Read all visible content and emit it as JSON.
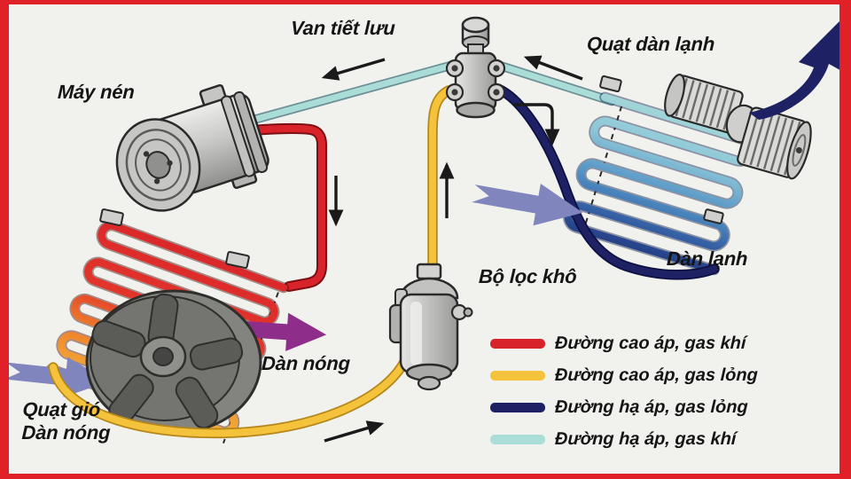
{
  "diagram": {
    "labels": {
      "expansion_valve": "Van tiết lưu",
      "evaporator_fan": "Quạt dàn lạnh",
      "compressor": "Máy nén",
      "evaporator": "Dàn lạnh",
      "receiver_drier": "Bộ lọc khô",
      "condenser": "Dàn nóng",
      "condenser_fan": "Quạt gió\nDàn nóng"
    },
    "legend": {
      "items": [
        {
          "label": "Đường cao áp, gas khí",
          "color": "#d8232a"
        },
        {
          "label": "Đường cao áp, gas lỏng",
          "color": "#f5c23c"
        },
        {
          "label": "Đường hạ áp, gas lỏng",
          "color": "#1e2265"
        },
        {
          "label": "Đường hạ áp, gas khí",
          "color": "#aadcd8"
        }
      ]
    },
    "colors": {
      "frame": "#e02128",
      "background": "#f1f1ee",
      "high_pressure_gas_pipe": "#d8232a",
      "high_pressure_liquid_pipe": "#f5c23c",
      "low_pressure_liquid_pipe": "#1e2265",
      "low_pressure_gas_pipe": "#aadcd8",
      "cool_airflow_arrow": "#8086bd",
      "hot_airflow_arrow": "#8e2d8a",
      "cold_air_out_arrow": "#1e2265",
      "flow_arrow": "#1a1a1a"
    }
  }
}
